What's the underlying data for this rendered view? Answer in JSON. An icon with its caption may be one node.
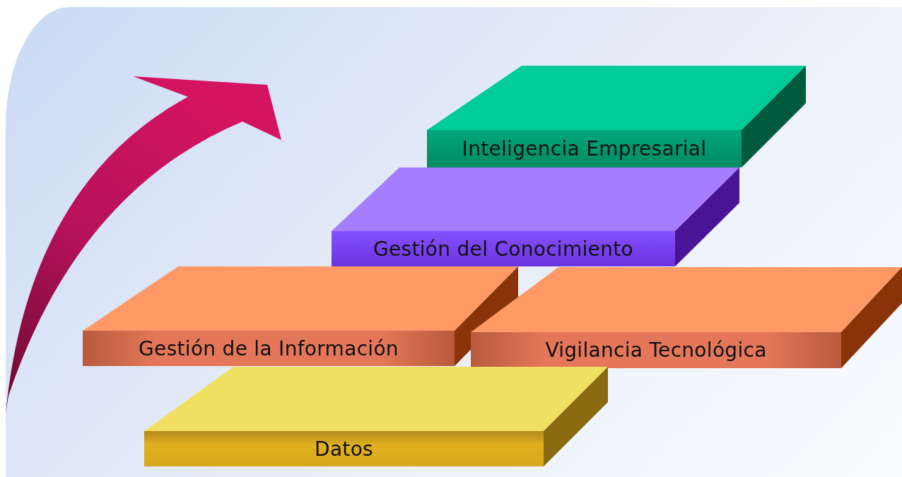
{
  "diagram": {
    "nodes": [
      {
        "text": [
          "Inteligencia Empresarial"
        ]
      },
      {
        "text": [
          "Gestión del Conocimiento"
        ]
      },
      {
        "text": [
          "Gestión de la Información"
        ]
      },
      {
        "text": [
          "Vigilancia Tecnológica"
        ]
      },
      {
        "text": [
          "Datos"
        ]
      }
    ]
  }
}
